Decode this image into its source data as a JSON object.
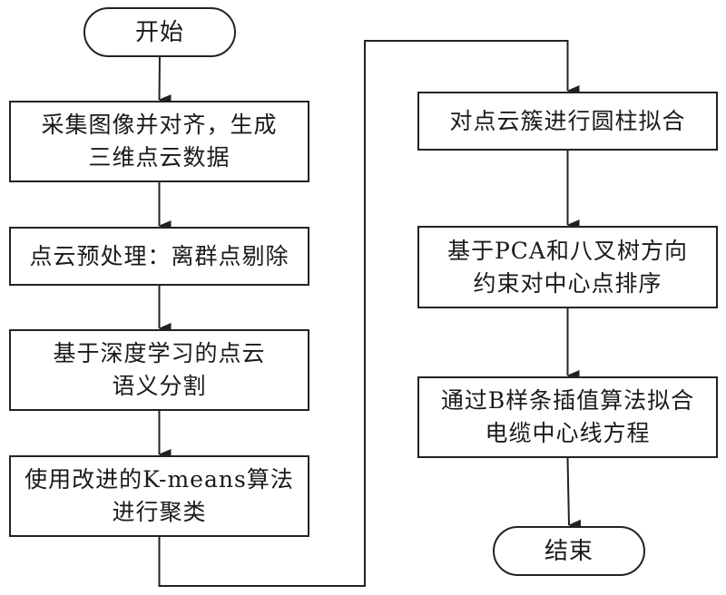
{
  "diagram": {
    "type": "flowchart",
    "nodes": [
      {
        "id": "start",
        "kind": "terminal",
        "lines": [
          "开始"
        ]
      },
      {
        "id": "acquire",
        "kind": "process",
        "lines": [
          "采集图像并对齐，生成",
          "三维点云数据"
        ]
      },
      {
        "id": "preprocess",
        "kind": "process",
        "lines": [
          "点云预处理：离群点剔除"
        ]
      },
      {
        "id": "segment",
        "kind": "process",
        "lines": [
          "基于深度学习的点云",
          "语义分割"
        ]
      },
      {
        "id": "cluster",
        "kind": "process",
        "lines": [
          "使用改进的K-means算法",
          "进行聚类"
        ]
      },
      {
        "id": "cylinder",
        "kind": "process",
        "lines": [
          "对点云簇进行圆柱拟合"
        ]
      },
      {
        "id": "sort",
        "kind": "process",
        "lines": [
          "基于PCA和八叉树方向",
          "约束对中心点排序"
        ]
      },
      {
        "id": "bspline",
        "kind": "process",
        "lines": [
          "通过B样条插值算法拟合",
          "电缆中心线方程"
        ]
      },
      {
        "id": "end",
        "kind": "terminal",
        "lines": [
          "结束"
        ]
      }
    ],
    "edges": [
      {
        "from": "start",
        "to": "acquire"
      },
      {
        "from": "acquire",
        "to": "preprocess"
      },
      {
        "from": "preprocess",
        "to": "segment"
      },
      {
        "from": "segment",
        "to": "cluster"
      },
      {
        "from": "cluster",
        "to": "cylinder"
      },
      {
        "from": "cylinder",
        "to": "sort"
      },
      {
        "from": "sort",
        "to": "bspline"
      },
      {
        "from": "bspline",
        "to": "end"
      }
    ],
    "colors": {
      "stroke": "#222222",
      "fill": "#ffffff",
      "text": "#1a1a1a"
    }
  }
}
